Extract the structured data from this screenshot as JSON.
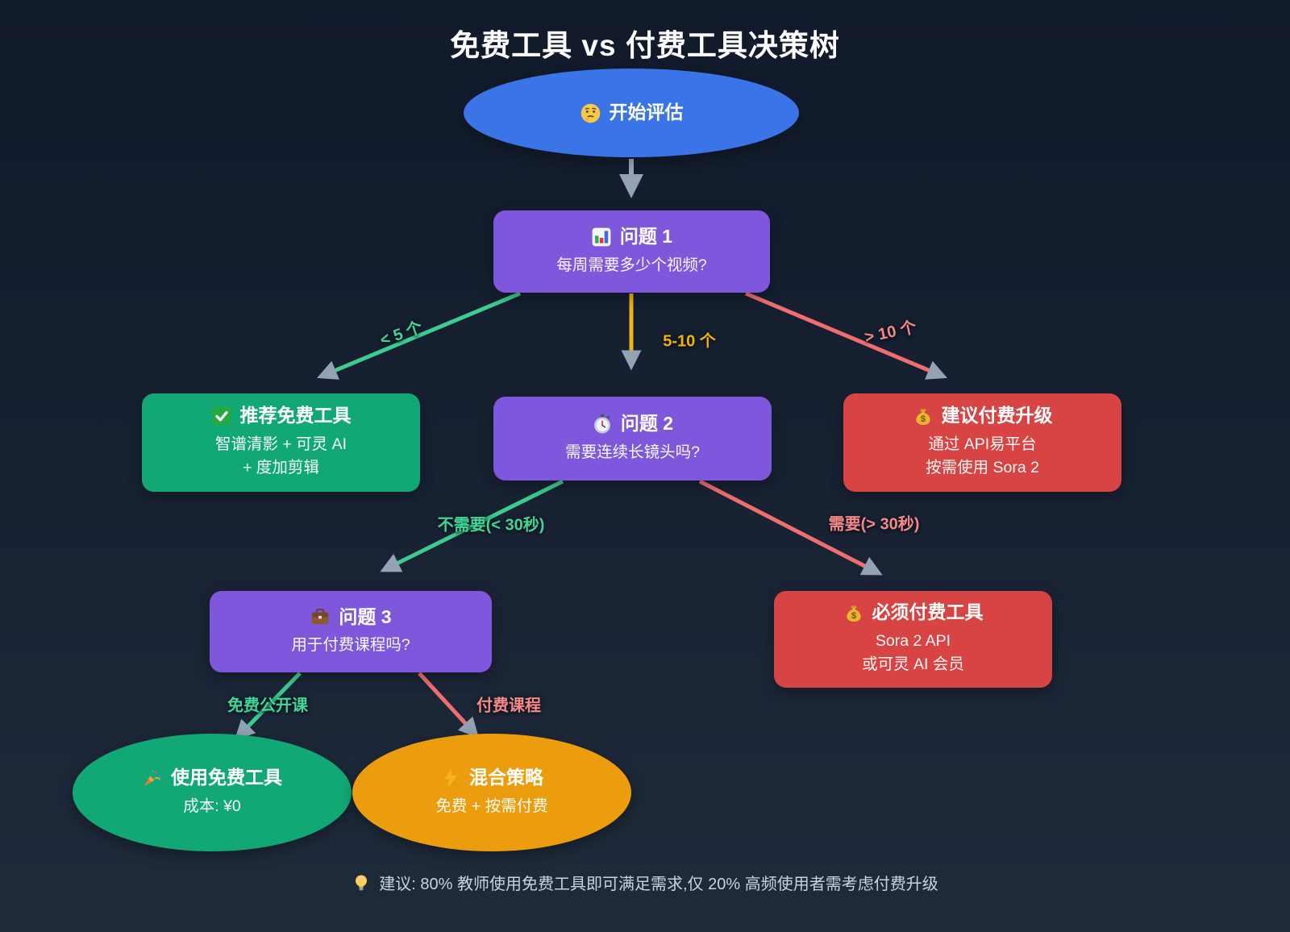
{
  "title": "免费工具 vs 付费工具决策树",
  "nodes": {
    "start": {
      "icon": "🤔",
      "label": "开始评估"
    },
    "q1": {
      "icon": "📊",
      "title": "问题 1",
      "question": "每周需要多少个视频?"
    },
    "free": {
      "icon": "✅",
      "title": "推荐免费工具",
      "line1": "智谱清影 + 可灵 AI",
      "line2": "+ 度加剪辑"
    },
    "q2": {
      "icon": "⏱️",
      "title": "问题 2",
      "question": "需要连续长镜头吗?"
    },
    "upgrade": {
      "icon": "💰",
      "title": "建议付费升级",
      "line1": "通过 API易平台",
      "line2": "按需使用 Sora 2"
    },
    "q3": {
      "icon": "💼",
      "title": "问题 3",
      "question": "用于付费课程吗?"
    },
    "must": {
      "icon": "💰",
      "title": "必须付费工具",
      "line1": "Sora 2 API",
      "line2": "或可灵 AI 会员"
    },
    "usefree": {
      "icon": "🎉",
      "title": "使用免费工具",
      "line1": "成本: ¥0"
    },
    "hybrid": {
      "icon": "⚡",
      "title": "混合策略",
      "line1": "免费 + 按需付费"
    }
  },
  "edges": [
    {
      "from": "开始评估",
      "to": "问题 1",
      "label": "",
      "color": "gray"
    },
    {
      "from": "问题 1",
      "to": "推荐免费工具",
      "label": "< 5 个",
      "color": "green"
    },
    {
      "from": "问题 1",
      "to": "问题 2",
      "label": "5-10 个",
      "color": "yellow"
    },
    {
      "from": "问题 1",
      "to": "建议付费升级",
      "label": "> 10 个",
      "color": "red"
    },
    {
      "from": "问题 2",
      "to": "问题 3",
      "label": "不需要(< 30秒)",
      "color": "green"
    },
    {
      "from": "问题 2",
      "to": "必须付费工具",
      "label": "需要(> 30秒)",
      "color": "red"
    },
    {
      "from": "问题 3",
      "to": "使用免费工具",
      "label": "免费公开课",
      "color": "green"
    },
    {
      "from": "问题 3",
      "to": "混合策略",
      "label": "付费课程",
      "color": "red"
    }
  ],
  "note": {
    "icon": "💡",
    "text": "建议: 80% 教师使用免费工具即可满足需求,仅 20% 高频使用者需考虑付费升级"
  },
  "colors": {
    "background_top": "#111a2b",
    "background_bottom": "#1f2a3b",
    "node_blue": "#3a74e6",
    "node_purple": "#7e57dd",
    "node_green": "#12a876",
    "node_red": "#d84343",
    "node_orange": "#ec9d0e",
    "edge_green": "#3dcb8e",
    "edge_yellow": "#f3b11b",
    "edge_red": "#ef6f6f",
    "edge_gray": "#9aa8ba",
    "arrowhead": "#93a2b5",
    "label_green": "#40d695",
    "label_yellow": "#f5b301",
    "label_red": "#f58888",
    "note_text": "#c9d2de",
    "title_text": "#ffffff"
  }
}
